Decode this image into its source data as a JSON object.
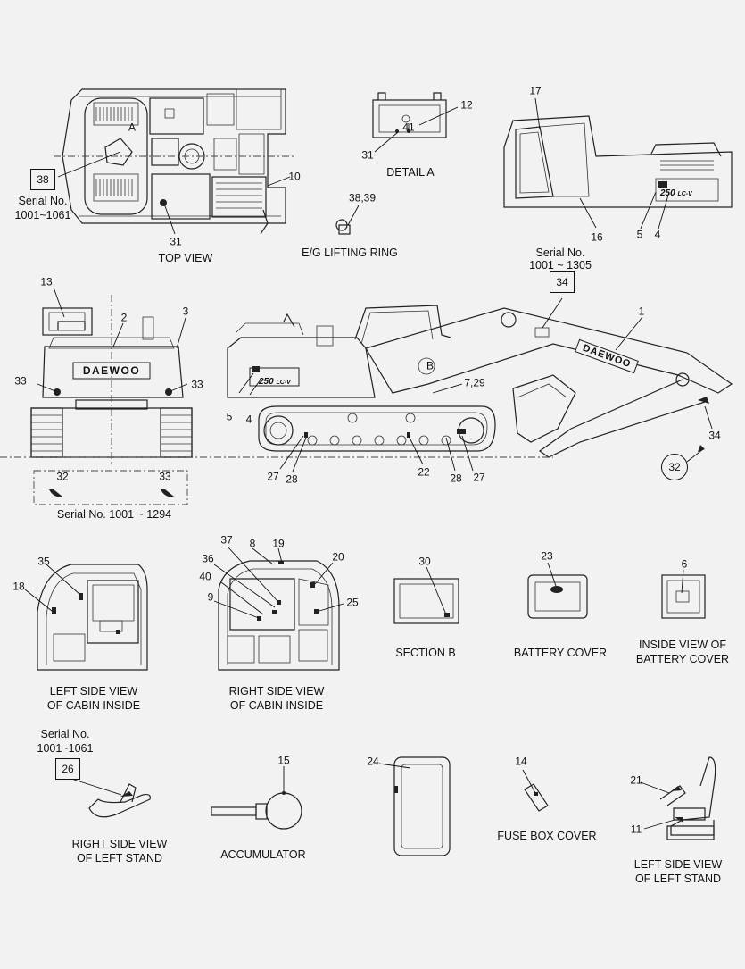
{
  "diagram": {
    "views": {
      "top_view": "TOP VIEW",
      "detail_a": "DETAIL A",
      "eg_lifting_ring": "E/G LIFTING RING",
      "section_b": "SECTION B",
      "battery_cover": "BATTERY COVER",
      "inside_battery_l1": "INSIDE VIEW OF",
      "inside_battery_l2": "BATTERY COVER",
      "left_cabin_l1": "LEFT SIDE VIEW",
      "left_cabin_l2": "OF CABIN INSIDE",
      "right_cabin_l1": "RIGHT SIDE VIEW",
      "right_cabin_l2": "OF CABIN INSIDE",
      "right_stand_l1": "RIGHT SIDE VIEW",
      "right_stand_l2": "OF LEFT STAND",
      "accumulator": "ACCUMULATOR",
      "fuse_box_cover": "FUSE BOX COVER",
      "left_stand_l1": "LEFT SIDE VIEW",
      "left_stand_l2": "OF LEFT STAND"
    },
    "serials": {
      "top_l1": "Serial No.",
      "top_l2": "1001~1061",
      "boom_l1": "Serial No.",
      "boom_l2": "1001 ~ 1305",
      "rear": "Serial No. 1001 ~ 1294",
      "stand_l1": "Serial No.",
      "stand_l2": "1001~1061"
    },
    "brand": "DAEWOO",
    "model": "250",
    "model_suffix": "LC-V",
    "callouts": {
      "c1": "1",
      "c2": "2",
      "c3": "3",
      "c4a": "4",
      "c4b": "4",
      "c5a": "5",
      "c5b": "5",
      "c6": "6",
      "c729": "7,29",
      "c8": "8",
      "c9": "9",
      "c10": "10",
      "c11": "11",
      "c12": "12",
      "c13": "13",
      "c14": "14",
      "c15": "15",
      "c16": "16",
      "c17": "17",
      "c18": "18",
      "c19": "19",
      "c20": "20",
      "c21": "21",
      "c22": "22",
      "c23": "23",
      "c24": "24",
      "c25": "25",
      "c26": "26",
      "c27a": "27",
      "c27b": "27",
      "c28a": "28",
      "c28b": "28",
      "c30": "30",
      "c31a": "31",
      "c31b": "31",
      "c32a": "32",
      "c32b": "32",
      "c33a": "33",
      "c33b": "33",
      "c33c": "33",
      "c34a": "34",
      "c34b": "34",
      "c35": "35",
      "c36": "36",
      "c37": "37",
      "c3839": "38,39",
      "c38": "38",
      "c40": "40",
      "c41": "41",
      "cA": "A",
      "cB": "B"
    }
  }
}
